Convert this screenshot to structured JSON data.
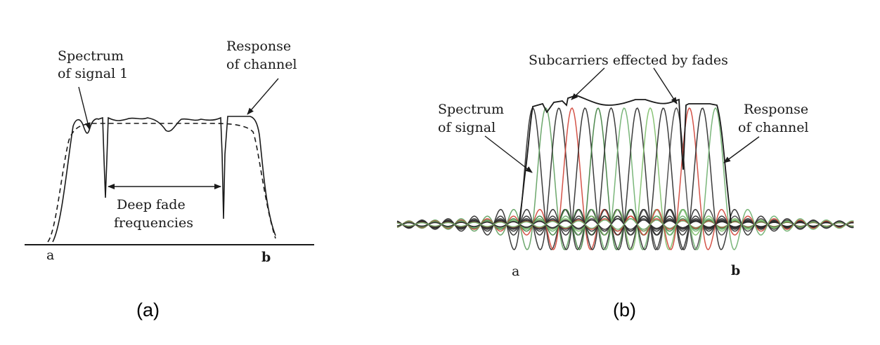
{
  "panel_a": {
    "label_spectrum_line1": "Spectrum",
    "label_spectrum_line2": "of signal 1",
    "label_response_line1": "Response",
    "label_response_line2": "of channel",
    "label_deep_fade_line1": "Deep fade",
    "label_deep_fade_line2": "frequencies",
    "axis_start": "a",
    "axis_end": "b",
    "caption": "(a)"
  },
  "panel_b": {
    "label_subcarriers": "Subcarriers effected by fades",
    "label_spectrum_line1": "Spectrum",
    "label_spectrum_line2": "of signal",
    "label_response_line1": "Response",
    "label_response_line2": "of channel",
    "axis_start": "a",
    "axis_end": "b",
    "caption": "(b)",
    "subcarrier_count": 15,
    "subcarrier_colors": [
      "#2b2b2b",
      "#5fa05f",
      "#2b2b2b",
      "#d0453a",
      "#2b2b2b",
      "#3f7f3f",
      "#2b2b2b",
      "#6fb06f",
      "#2b2b2b",
      "#7fbf6a",
      "#2b2b2b",
      "#444444",
      "#d0453a",
      "#2b2b2b",
      "#6fb06f"
    ]
  },
  "colors": {
    "ink": "#1a1a1a",
    "green": "#5fa05f",
    "red": "#d0453a"
  }
}
